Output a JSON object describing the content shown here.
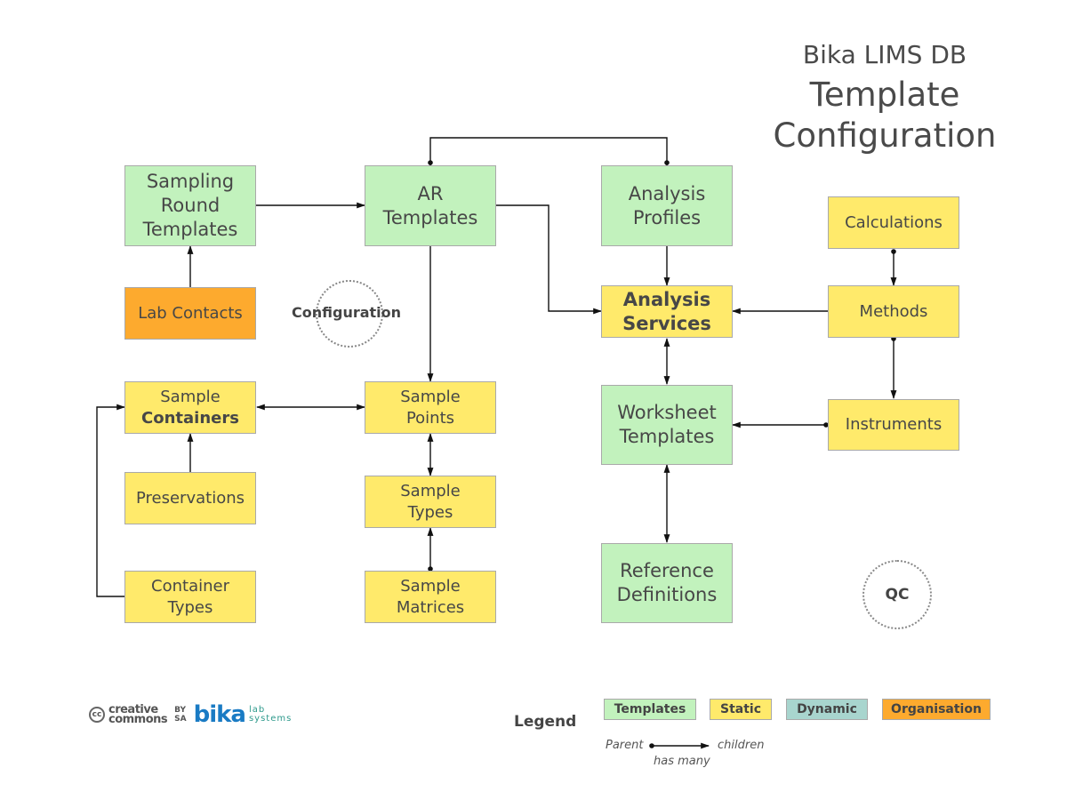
{
  "title": {
    "subtitle": "Bika LIMS DB",
    "line1": "Template",
    "line2": "Configuration"
  },
  "colors": {
    "templates": "#c2f2bd",
    "static": "#ffea6b",
    "dynamic": "#a8d5ce",
    "organisation": "#fdaa2e",
    "border": "#a9a9a9",
    "line": "#111111"
  },
  "nodes": {
    "sampling_round_templates": {
      "lines": [
        "Sampling",
        "Round",
        "Templates"
      ],
      "category": "Templates"
    },
    "ar_templates": {
      "lines": [
        "AR",
        "Templates"
      ],
      "category": "Templates"
    },
    "analysis_profiles": {
      "lines": [
        "Analysis",
        "Profiles"
      ],
      "category": "Templates"
    },
    "calculations": {
      "lines": [
        "Calculations"
      ],
      "category": "Static"
    },
    "lab_contacts": {
      "lines": [
        "Lab Contacts"
      ],
      "category": "Organisation"
    },
    "analysis_services": {
      "lines": [
        "Analysis",
        "Services"
      ],
      "category": "Static"
    },
    "methods": {
      "lines": [
        "Methods"
      ],
      "category": "Static"
    },
    "sample_containers": {
      "lines": [
        "Sample",
        "Containers"
      ],
      "category": "Static"
    },
    "sample_points": {
      "lines": [
        "Sample",
        "Points"
      ],
      "category": "Static"
    },
    "worksheet_templates": {
      "lines": [
        "Worksheet",
        "Templates"
      ],
      "category": "Templates"
    },
    "instruments": {
      "lines": [
        "Instruments"
      ],
      "category": "Static"
    },
    "preservations": {
      "lines": [
        "Preservations"
      ],
      "category": "Static"
    },
    "sample_types": {
      "lines": [
        "Sample",
        "Types"
      ],
      "category": "Static"
    },
    "container_types": {
      "lines": [
        "Container",
        "Types"
      ],
      "category": "Static"
    },
    "sample_matrices": {
      "lines": [
        "Sample",
        "Matrices"
      ],
      "category": "Static"
    },
    "reference_definitions": {
      "lines": [
        "Reference",
        "Definitions"
      ],
      "category": "Templates"
    }
  },
  "groups": {
    "configuration": "Configuration",
    "qc": "QC"
  },
  "edges": [
    {
      "from": "sampling_round_templates",
      "to": "ar_templates",
      "type": "arrow"
    },
    {
      "from": "lab_contacts",
      "to": "sampling_round_templates",
      "type": "arrow"
    },
    {
      "from": "ar_templates",
      "to": "analysis_profiles",
      "type": "parent-parent link"
    },
    {
      "from": "ar_templates",
      "to": "analysis_services",
      "type": "arrow"
    },
    {
      "from": "ar_templates",
      "to": "sample_points",
      "type": "arrow"
    },
    {
      "from": "analysis_profiles",
      "to": "analysis_services",
      "type": "arrow"
    },
    {
      "from": "calculations",
      "to": "methods",
      "type": "has many"
    },
    {
      "from": "methods",
      "to": "analysis_services",
      "type": "arrow"
    },
    {
      "from": "methods",
      "to": "instruments",
      "type": "has many"
    },
    {
      "from": "analysis_services",
      "to": "worksheet_templates",
      "type": "bidirectional"
    },
    {
      "from": "instruments",
      "to": "worksheet_templates",
      "type": "has many"
    },
    {
      "from": "worksheet_templates",
      "to": "reference_definitions",
      "type": "bidirectional"
    },
    {
      "from": "sample_containers",
      "to": "sample_points",
      "type": "bidirectional"
    },
    {
      "from": "preservations",
      "to": "sample_containers",
      "type": "arrow"
    },
    {
      "from": "container_types",
      "to": "sample_containers",
      "type": "arrow"
    },
    {
      "from": "sample_points",
      "to": "sample_types",
      "type": "bidirectional"
    },
    {
      "from": "sample_matrices",
      "to": "sample_types",
      "type": "has many"
    }
  ],
  "legend": {
    "title": "Legend",
    "items": [
      {
        "label": "Templates",
        "color": "#c2f2bd"
      },
      {
        "label": "Static",
        "color": "#ffea6b"
      },
      {
        "label": "Dynamic",
        "color": "#a8d5ce"
      },
      {
        "label": "Organisation",
        "color": "#fdaa2e"
      }
    ],
    "relation": {
      "parent": "Parent",
      "children": "children",
      "caption": "has many"
    }
  },
  "footer": {
    "cc_badge": "cc",
    "cc_line1": "creative",
    "cc_line2": "commons",
    "license_by": "BY",
    "license_sa": "SA",
    "brand": "bika",
    "brand_sub1": "lab",
    "brand_sub2": "systems"
  }
}
